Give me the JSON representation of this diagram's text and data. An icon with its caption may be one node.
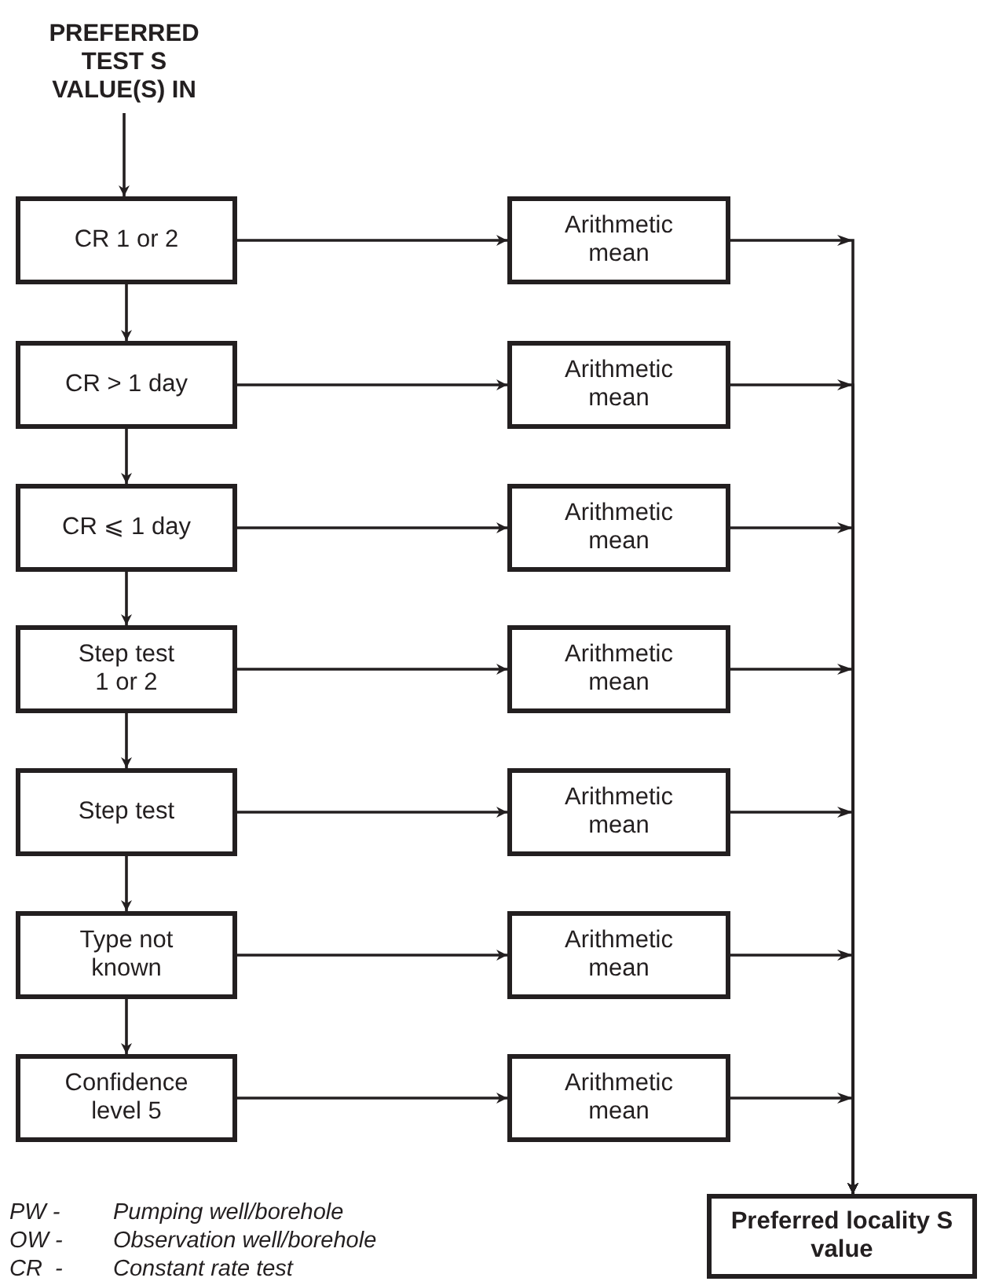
{
  "diagram": {
    "nodes": [
      {
        "text": [
          "PREFERRED TEST S VALUE(S) IN"
        ]
      },
      {
        "text": [
          "CR 1 or 2"
        ]
      },
      {
        "text": [
          "CR > 1 day"
        ]
      },
      {
        "text": [
          "CR ⩽ 1 day"
        ]
      },
      {
        "text": [
          "Step test 1 or 2"
        ]
      },
      {
        "text": [
          "Step test"
        ]
      },
      {
        "text": [
          "Type not known"
        ]
      },
      {
        "text": [
          "Confidence level 5"
        ]
      },
      {
        "text": [
          "Arithmetic mean"
        ]
      },
      {
        "text": [
          "Arithmetic mean"
        ]
      },
      {
        "text": [
          "Arithmetic mean"
        ]
      },
      {
        "text": [
          "Arithmetic mean"
        ]
      },
      {
        "text": [
          "Arithmetic mean"
        ]
      },
      {
        "text": [
          "Arithmetic mean"
        ]
      },
      {
        "text": [
          "Arithmetic mean"
        ]
      },
      {
        "text": [
          "Preferred locality S value"
        ]
      }
    ],
    "edges": [
      {
        "from": 0,
        "to": 1,
        "arrow": "to"
      },
      {
        "from": 1,
        "to": 2,
        "arrow": "to"
      },
      {
        "from": 2,
        "to": 3,
        "arrow": "to"
      },
      {
        "from": 3,
        "to": 4,
        "arrow": "to"
      },
      {
        "from": 4,
        "to": 5,
        "arrow": "to"
      },
      {
        "from": 5,
        "to": 6,
        "arrow": "to"
      },
      {
        "from": 6,
        "to": 7,
        "arrow": "to"
      },
      {
        "from": 1,
        "to": 8,
        "arrow": "to"
      },
      {
        "from": 2,
        "to": 9,
        "arrow": "to"
      },
      {
        "from": 3,
        "to": 10,
        "arrow": "to"
      },
      {
        "from": 4,
        "to": 11,
        "arrow": "to"
      },
      {
        "from": 5,
        "to": 12,
        "arrow": "to"
      },
      {
        "from": 6,
        "to": 13,
        "arrow": "to"
      },
      {
        "from": 7,
        "to": 14,
        "arrow": "to"
      },
      {
        "from": 8,
        "to": 15,
        "arrow": "to"
      },
      {
        "from": 9,
        "to": 15,
        "arrow": "to"
      },
      {
        "from": 10,
        "to": 15,
        "arrow": "to"
      },
      {
        "from": 11,
        "to": 15,
        "arrow": "to"
      },
      {
        "from": 12,
        "to": 15,
        "arrow": "to"
      },
      {
        "from": 13,
        "to": 15,
        "arrow": "to"
      },
      {
        "from": 14,
        "to": 15,
        "arrow": "to"
      }
    ],
    "labels": [
      "PW -",
      "Pumping well/borehole",
      "OW -",
      "Observation well/borehole",
      "CR  -",
      "Constant rate test"
    ]
  }
}
